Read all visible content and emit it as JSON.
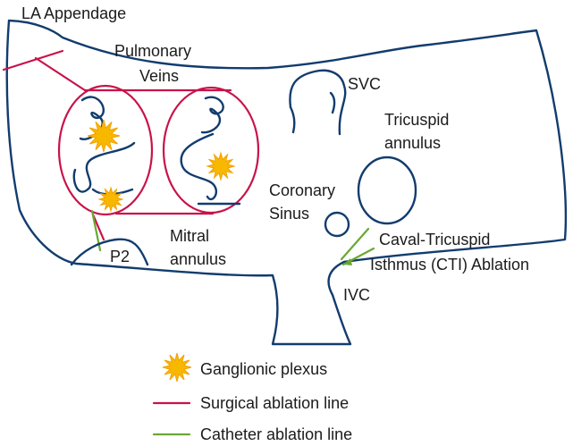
{
  "labels": {
    "la_appendage": "LA Appendage",
    "pulmonary": "Pulmonary",
    "veins": "Veins",
    "svc": "SVC",
    "tricuspid": "Tricuspid",
    "annulus_tv": "annulus",
    "coronary": "Coronary",
    "sinus": "Sinus",
    "mitral": "Mitral",
    "annulus_mv": "annulus",
    "p2": "P2",
    "cti_line1": "Caval-Tricuspid",
    "cti_line2": "Isthmus (CTI) Ablation",
    "ivc": "IVC"
  },
  "legend": {
    "items": [
      {
        "label": "Ganglionic plexus",
        "kind": "plexus"
      },
      {
        "label": "Surgical ablation line",
        "kind": "surgical"
      },
      {
        "label": "Catheter ablation line",
        "kind": "catheter"
      }
    ]
  },
  "colors": {
    "outline": "#123c6e",
    "surgical": "#c8134a",
    "catheter": "#6aa832",
    "plexus": "#f8b800"
  }
}
